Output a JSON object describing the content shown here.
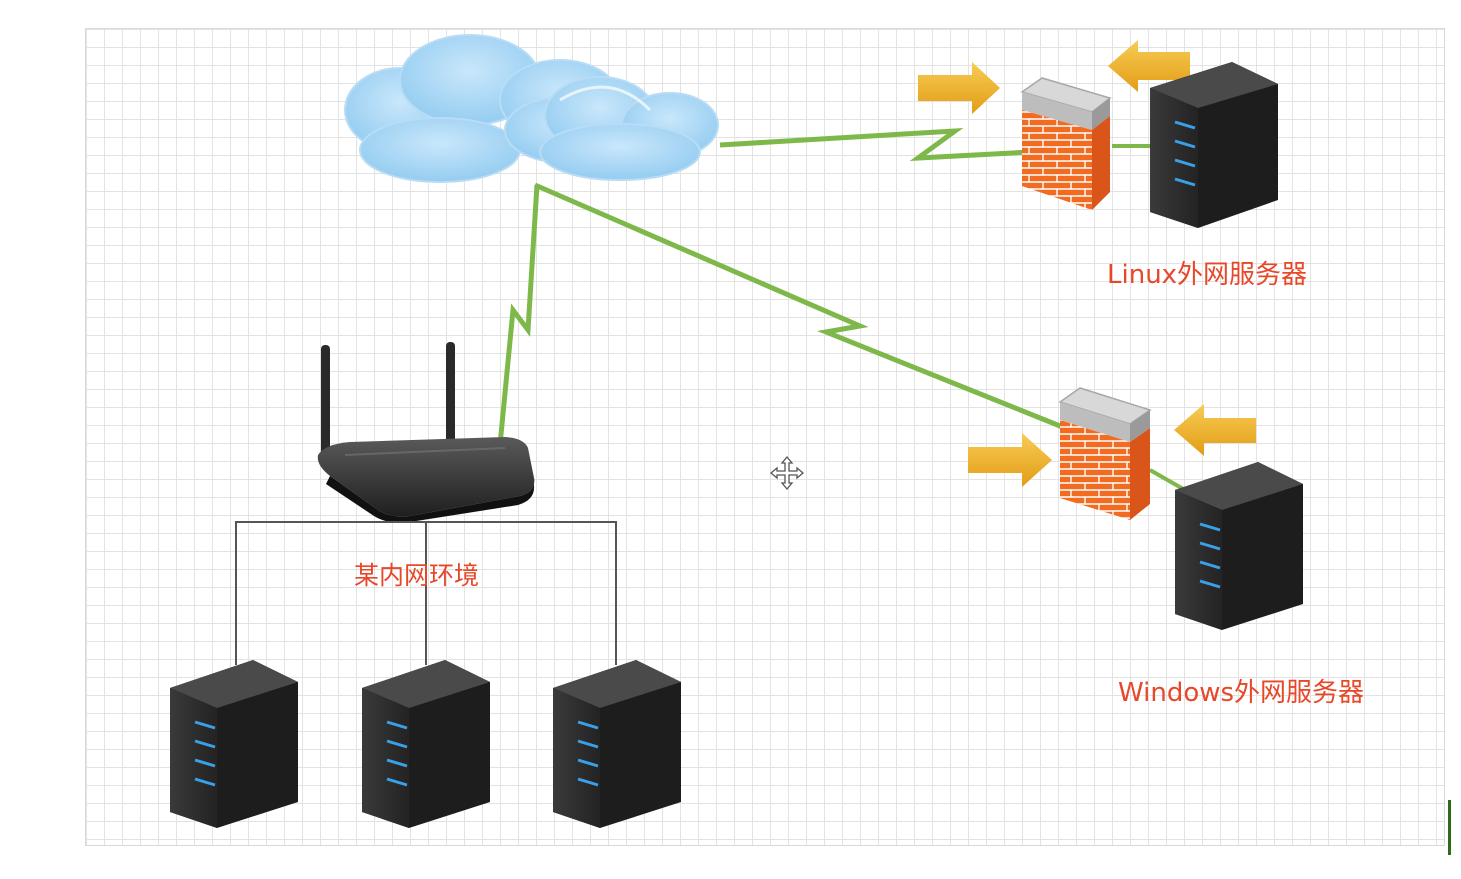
{
  "labels": {
    "linux_server": "Linux外网服务器",
    "windows_server": "Windows外网服务器",
    "intranet": "某内网环境"
  },
  "colors": {
    "label_text": "#e8482a",
    "link_green": "#7fb84a",
    "cloud_blue": "#a9d6f5",
    "firewall_brick": "#f26b21",
    "arrow_gold": "#f3b52a",
    "server_body": "#2b2b2b",
    "server_led": "#3aa0e8"
  },
  "icons": {
    "cloud": "cloud-icon",
    "router": "wireless-router-icon",
    "firewall": "firewall-icon",
    "server": "server-icon",
    "arrow": "arrow-right-icon",
    "move_cursor": "move-cursor-icon"
  }
}
